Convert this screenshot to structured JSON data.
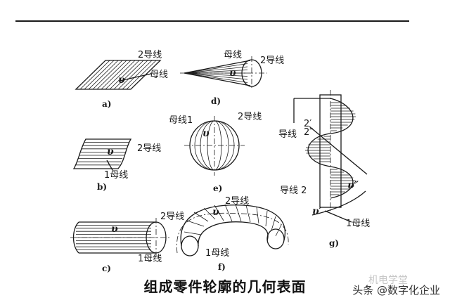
{
  "caption": "组成零件轮廓的几何表面",
  "watermark": "头条 @数字化企业",
  "watermark_faint": "机电学堂",
  "figures": {
    "a": {
      "sub": "a)",
      "guide": "2导线",
      "generatrix": "母线",
      "v": "υ"
    },
    "b": {
      "sub": "b)",
      "guide": "2导线",
      "generatrix": "1母线",
      "v": "υ"
    },
    "c": {
      "sub": "c)",
      "guide": "2导线",
      "generatrix": "1母线",
      "v": "υ"
    },
    "d": {
      "sub": "d)",
      "guide": "2导线",
      "generatrix": "母线",
      "v": "υ"
    },
    "e": {
      "sub": "e)",
      "guide": "2导线",
      "generatrix": "母线1",
      "v": "υ"
    },
    "f": {
      "sub": "f)",
      "guide": "2导线",
      "generatrix": "1母线",
      "v": "υ"
    },
    "g": {
      "sub": "g)",
      "guide_top": "导线",
      "guide_bottom": "导线 2",
      "p2a": "2′",
      "p2b": "2″",
      "v1": "υ′",
      "v2": "υ″",
      "generatrix": "1母线"
    }
  }
}
